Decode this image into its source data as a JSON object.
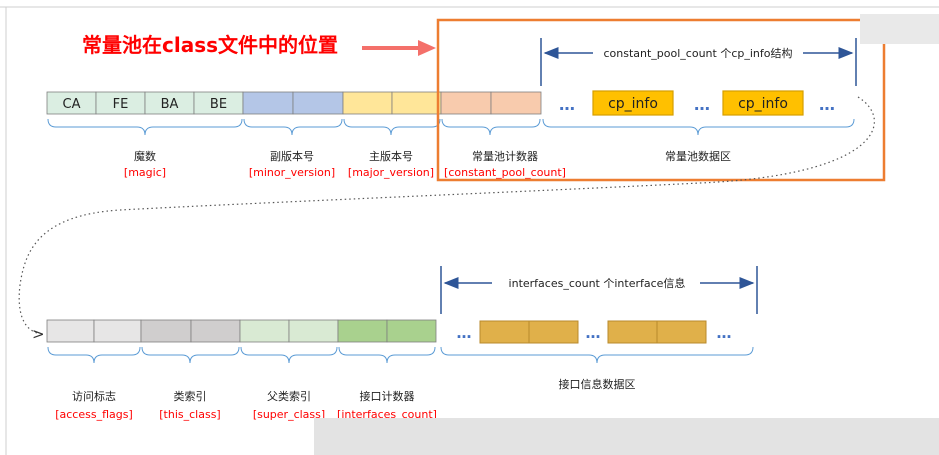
{
  "title_annotation": "常量池在class文件中的位置",
  "colors": {
    "magic": "#dbeee2",
    "minor": "#b4c6e7",
    "major": "#ffe699",
    "cpcount": "#f8cbad",
    "cpinfo_fill": "#ffc000",
    "cpinfo_stroke": "#d69e00",
    "access": "#e7e6e6",
    "this": "#d0cece",
    "super": "#d9ead3",
    "ifcount": "#a9d18e",
    "interface": "#e0b04a",
    "interface_stroke": "#b88a2c",
    "highlight": "#ed7d31",
    "label_red": "#ff0000",
    "bracket": "#5b9bd5",
    "arrow": "#2e5597"
  },
  "row1": {
    "magic_bytes": [
      "CA",
      "FE",
      "BA",
      "BE"
    ],
    "ellipsis": "…",
    "cp_info_1": "cp_info",
    "cp_info_2": "cp_info",
    "constant_pool_range": "constant_pool_count 个cp_info结构",
    "labels": [
      {
        "zh": "魔数",
        "en": "[magic]"
      },
      {
        "zh": "副版本号",
        "en": "[minor_version]"
      },
      {
        "zh": "主版本号",
        "en": "[major_version]"
      },
      {
        "zh": "常量池计数器",
        "en": "[constant_pool_count]"
      },
      {
        "zh": "常量池数据区",
        "en": ""
      }
    ]
  },
  "row2": {
    "interfaces_range": "interfaces_count 个interface信息",
    "start_marker": ">",
    "ellipsis": "…",
    "labels": [
      {
        "zh": "访问标志",
        "en": "[access_flags]"
      },
      {
        "zh": "类索引",
        "en": "[this_class]"
      },
      {
        "zh": "父类索引",
        "en": "[super_class]"
      },
      {
        "zh": "接口计数器",
        "en": "[interfaces_count]"
      },
      {
        "zh": "接口信息数据区",
        "en": ""
      }
    ]
  }
}
